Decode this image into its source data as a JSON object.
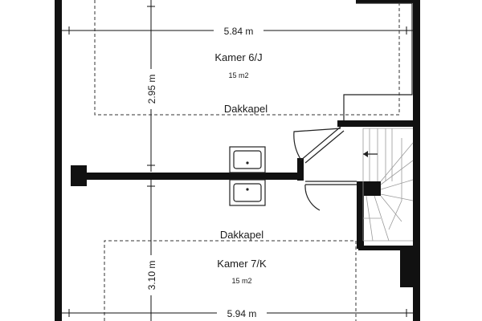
{
  "rooms": [
    {
      "name": "Kamer 6/J",
      "area": "15 m2"
    },
    {
      "name": "Kamer 7/K",
      "area": "15 m2"
    }
  ],
  "dormers": [
    {
      "label": "Dakkapel"
    },
    {
      "label": "Dakkapel"
    }
  ],
  "dimensions": {
    "top_width": "5.84 m",
    "top_height": "2.95 m",
    "bottom_height": "3.10 m",
    "bottom_width": "5.94 m"
  },
  "colors": {
    "wall": "#111111",
    "line": "#222222",
    "stair": "#9a9a9a"
  }
}
